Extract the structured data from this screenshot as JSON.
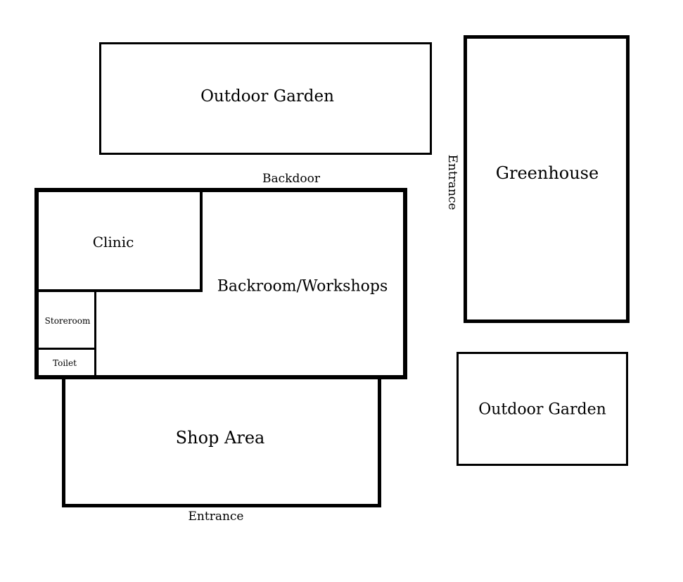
{
  "rooms": {
    "outdoor_garden_top": "Outdoor Garden",
    "greenhouse": "Greenhouse",
    "clinic": "Clinic",
    "backroom": "Backroom/Workshops",
    "storeroom": "Storeroom",
    "toilet": "Toilet",
    "shop_area": "Shop Area",
    "outdoor_garden_bottom": "Outdoor Garden"
  },
  "labels": {
    "backdoor": "Backdoor",
    "entrance_greenhouse": "Entrance",
    "entrance_shop": "Entrance"
  }
}
